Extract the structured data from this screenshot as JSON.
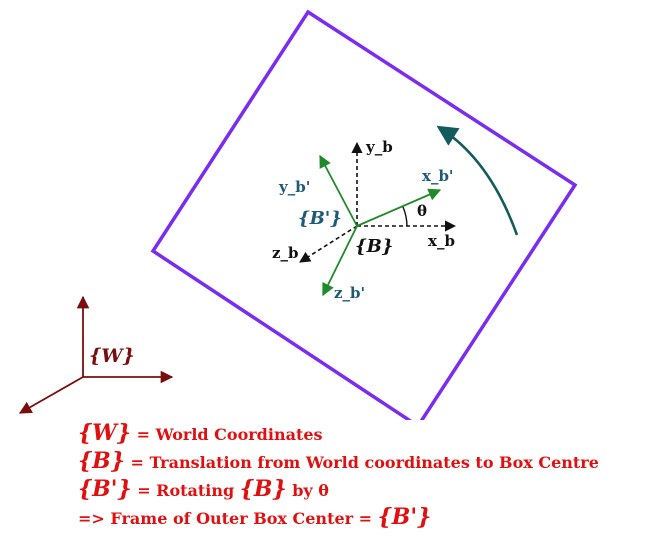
{
  "colors": {
    "box": "#7a2cf0",
    "body_axes": "#111111",
    "rotated_axes": "#1f8a2a",
    "rotated_label": "#1e5a78",
    "rotation_arrow": "#145c5c",
    "world_axes": "#7a0e0e",
    "legend": "#e01010"
  },
  "icons": {
    "rotation": "curved-arrow-icon"
  },
  "labels": {
    "y_b": "y_b",
    "x_b": "x_b",
    "z_b": "z_b",
    "y_bp": "y_b'",
    "x_bp": "x_b'",
    "z_bp": "z_b'",
    "frame_bp": "{B'}",
    "frame_b": "{B}",
    "theta": "θ",
    "frame_w": "{W}"
  },
  "legend": [
    {
      "symbol": "{W}",
      "eq": " = ",
      "text": "World Coordinates"
    },
    {
      "symbol": "{B}",
      "eq": " = ",
      "text": "Translation from World coordinates to Box Centre"
    },
    {
      "symbol": "{B'}",
      "eq": " = ",
      "text": "Rotating ",
      "symbol2": "{B}",
      "text2": " by θ"
    },
    {
      "prefix": "=> ",
      "text": "Frame of Outer Box Center = ",
      "symbol": "{B'}"
    }
  ]
}
